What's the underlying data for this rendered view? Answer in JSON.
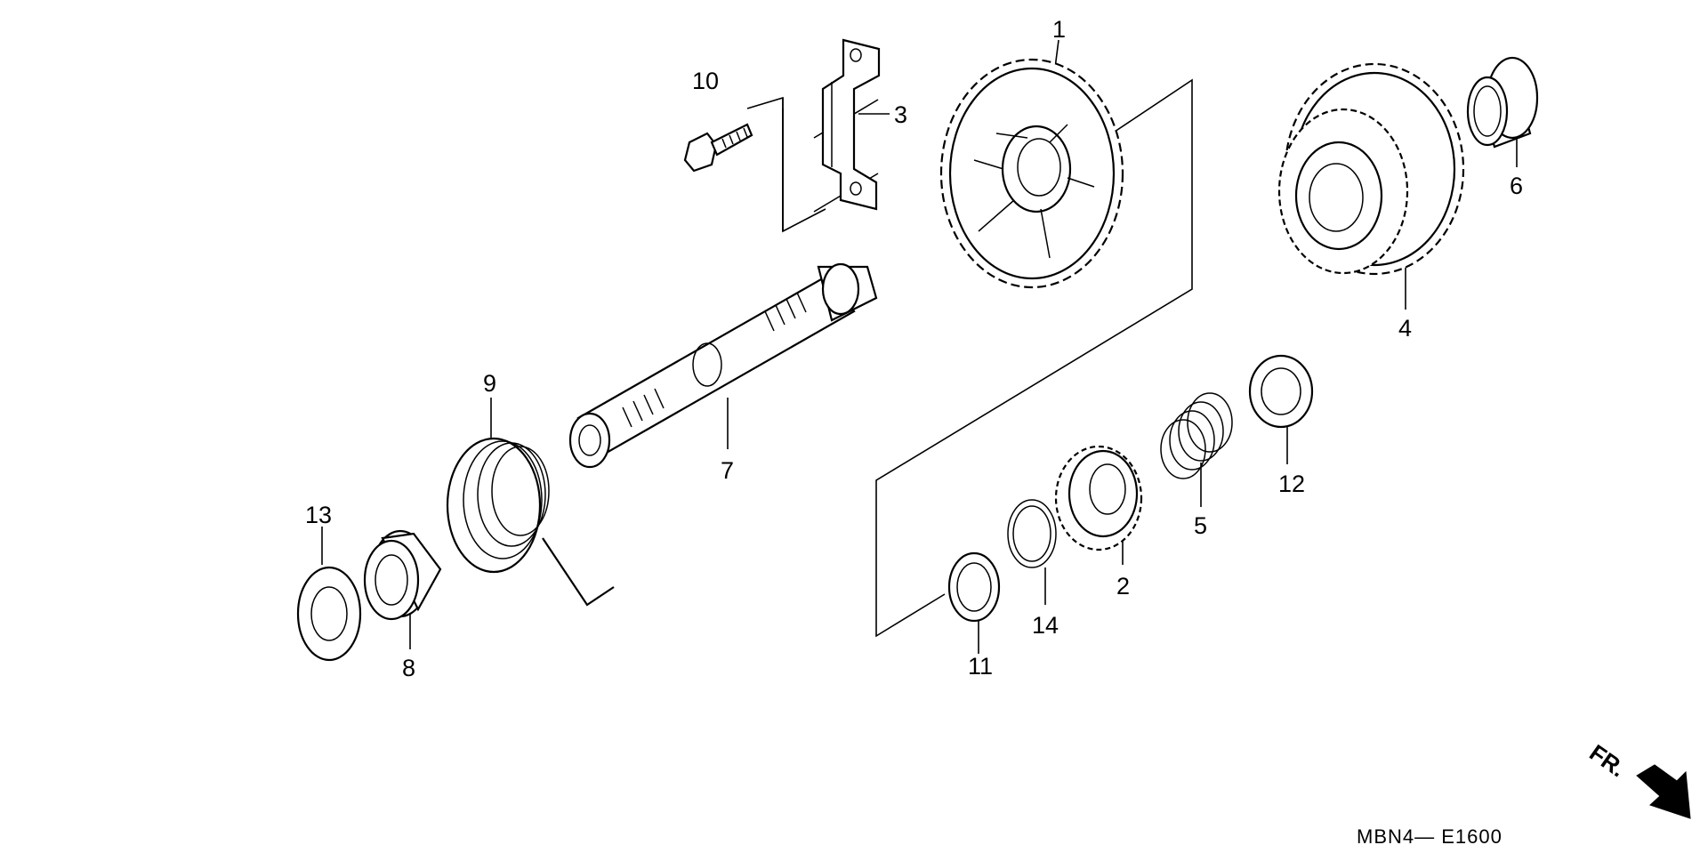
{
  "callouts": [
    "1",
    "2",
    "3",
    "4",
    "5",
    "6",
    "7",
    "8",
    "9",
    "10",
    "11",
    "12",
    "13",
    "14"
  ],
  "diagram_code": "MBN4— E1600",
  "direction_label": "FR."
}
